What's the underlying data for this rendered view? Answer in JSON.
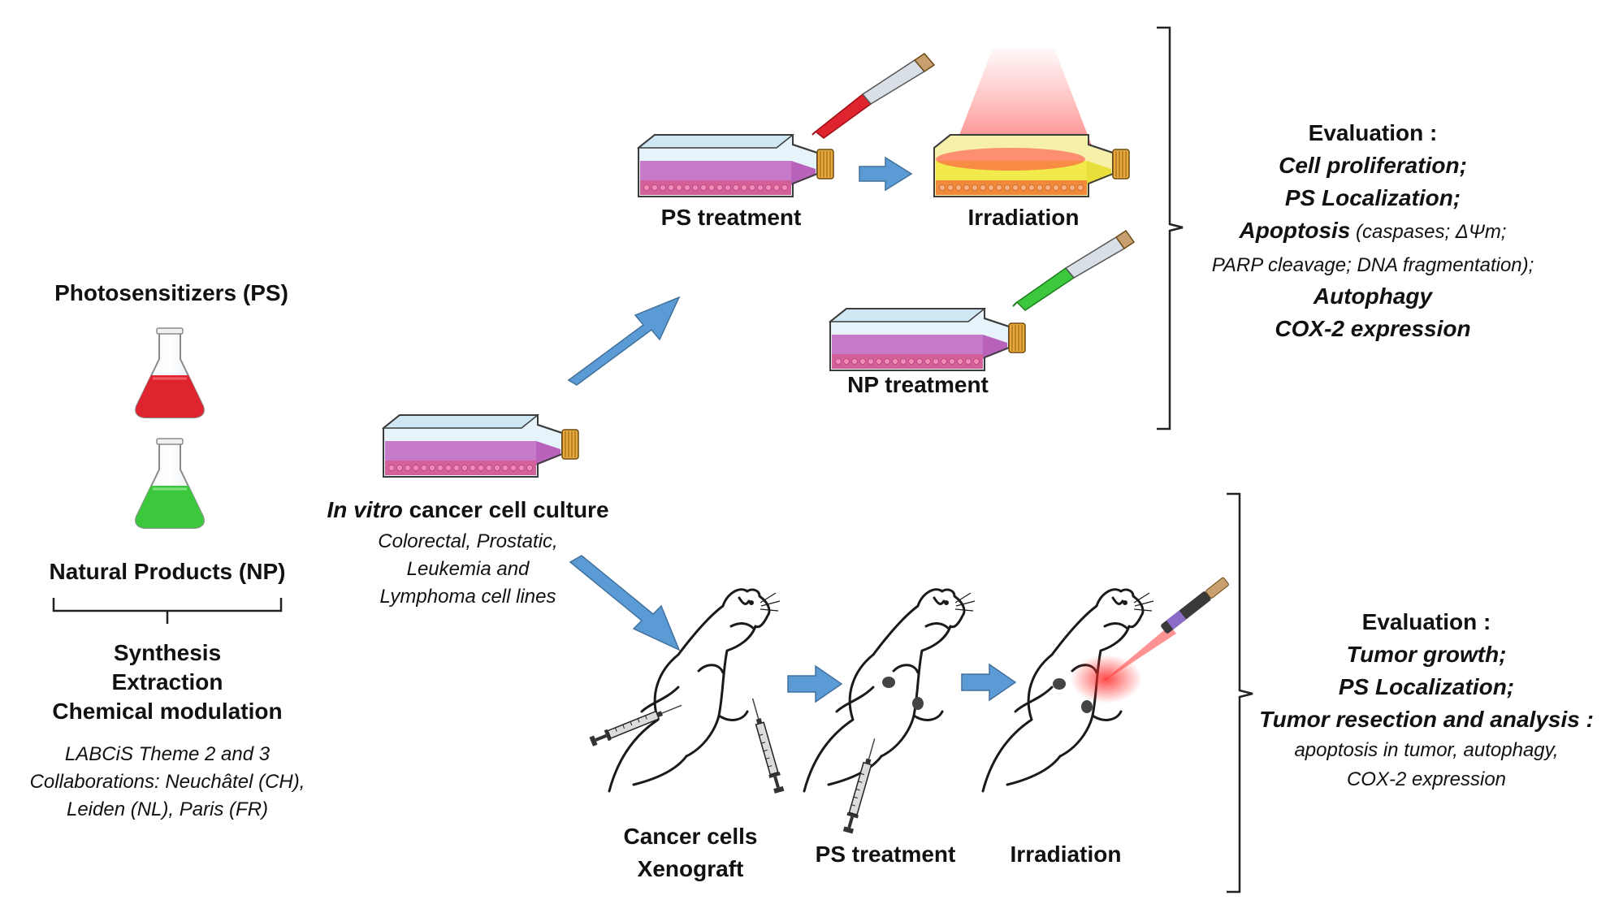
{
  "left": {
    "photosensitizers": "Photosensitizers (PS)",
    "natural_products": "Natural Products (NP)",
    "methods": [
      "Synthesis",
      "Extraction",
      "Chemical modulation"
    ],
    "affiliations": [
      "LABCiS Theme 2 and 3",
      "Collaborations: Neuchâtel (CH),",
      "Leiden (NL), Paris (FR)"
    ]
  },
  "culture": {
    "title_italic": "In vitro",
    "title_rest": " cancer cell culture",
    "lines": [
      "Colorectal, Prostatic,",
      "Leukemia and",
      "Lymphoma cell lines"
    ]
  },
  "in_vitro": {
    "ps_treatment": "PS treatment",
    "irradiation": "Irradiation",
    "np_treatment": "NP treatment"
  },
  "evaluation_top": {
    "heading": "Evaluation :",
    "items": [
      "Cell proliferation;",
      "PS Localization;"
    ],
    "apoptosis_bold": "Apoptosis",
    "apoptosis_detail": " (caspases; ΔΨm;",
    "apoptosis_detail2": "PARP cleavage; DNA fragmentation);",
    "items2": [
      "Autophagy",
      "COX-2 expression"
    ]
  },
  "in_vivo": {
    "xenograft": [
      "Cancer cells",
      "Xenograft"
    ],
    "ps_treatment": "PS treatment",
    "irradiation": "Irradiation"
  },
  "evaluation_bottom": {
    "heading": "Evaluation :",
    "items": [
      "Tumor growth;",
      "PS Localization;",
      "Tumor resection and analysis :"
    ],
    "details": [
      "apoptosis in tumor, autophagy,",
      "COX-2 expression"
    ]
  },
  "colors": {
    "arrow": "#5b9bd5",
    "flask_red": "#e0242f",
    "flask_green": "#3cc83c",
    "medium_pink": "#c77ac9",
    "irradiated_yellow": "#f2e94a",
    "cap": "#e9a93c"
  },
  "icons": [
    "erlenmeyer-flask-icon",
    "culture-flask-icon",
    "pipette-icon",
    "light-beam-icon",
    "mouse-icon",
    "syringe-icon",
    "laser-pen-icon",
    "bracket-icon"
  ]
}
